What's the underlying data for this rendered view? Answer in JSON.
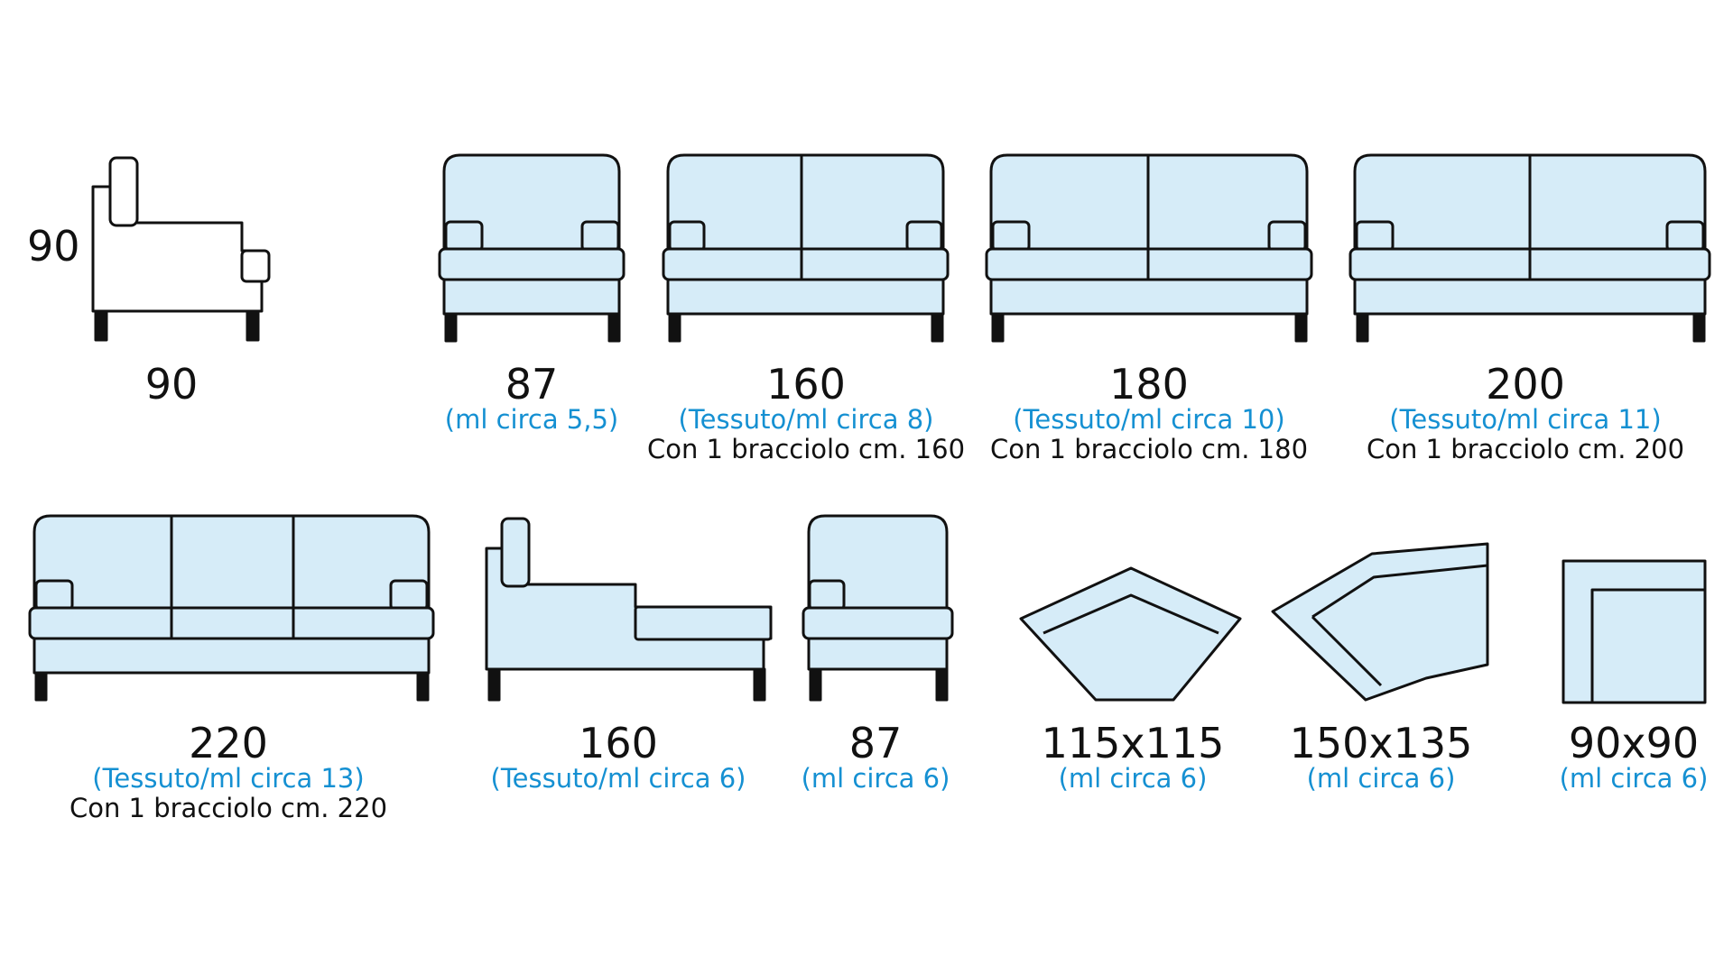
{
  "colors": {
    "fill": "#d6ecf8",
    "stroke": "#111111",
    "legs": "#111111",
    "accent": "#1590d2"
  },
  "side_height_label": "90",
  "items": [
    {
      "id": "side",
      "dim": "90",
      "fabric": "",
      "armrest": ""
    },
    {
      "id": "armchair",
      "dim": "87",
      "fabric": "(ml circa 5,5)",
      "armrest": ""
    },
    {
      "id": "sofa-160",
      "dim": "160",
      "fabric": "(Tessuto/ml circa 8)",
      "armrest": "Con 1 bracciolo cm. 160"
    },
    {
      "id": "sofa-180",
      "dim": "180",
      "fabric": "(Tessuto/ml circa 10)",
      "armrest": "Con 1 bracciolo cm. 180"
    },
    {
      "id": "sofa-200",
      "dim": "200",
      "fabric": "(Tessuto/ml circa 11)",
      "armrest": "Con 1 bracciolo cm. 200"
    },
    {
      "id": "sofa-220",
      "dim": "220",
      "fabric": "(Tessuto/ml circa 13)",
      "armrest": "Con 1 bracciolo cm. 220"
    },
    {
      "id": "chaise-160",
      "dim": "160",
      "fabric": "(Tessuto/ml circa 6)",
      "armrest": ""
    },
    {
      "id": "armchair-87",
      "dim": "87",
      "fabric": "(ml circa 6)",
      "armrest": ""
    },
    {
      "id": "corner-115",
      "dim": "115x115",
      "fabric": "(ml circa 6)",
      "armrest": ""
    },
    {
      "id": "corner-150",
      "dim": "150x135",
      "fabric": "(ml circa 6)",
      "armrest": ""
    },
    {
      "id": "corner-90",
      "dim": "90x90",
      "fabric": "(ml circa 6)",
      "armrest": ""
    }
  ]
}
